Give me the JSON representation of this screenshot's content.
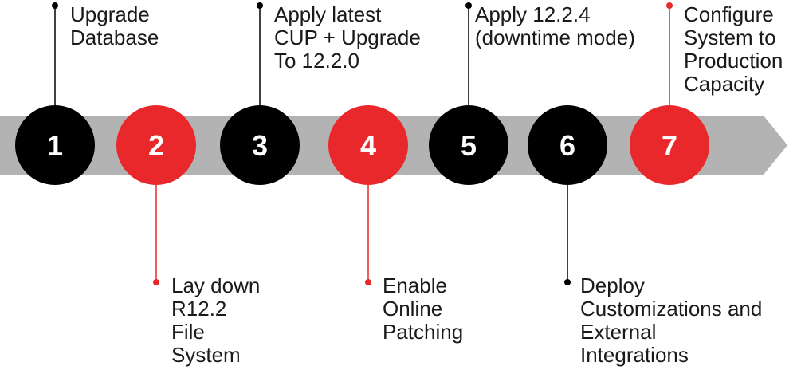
{
  "colors": {
    "arrow": "#b3b3b3",
    "black": "#000000",
    "red": "#e8282b",
    "text": "#1a1a1a"
  },
  "steps": [
    {
      "number": "1",
      "color": "black",
      "position": "top",
      "lines": [
        "Upgrade",
        "Database"
      ]
    },
    {
      "number": "2",
      "color": "red",
      "position": "bottom",
      "lines": [
        "Lay down",
        "R12.2",
        "File",
        "System"
      ]
    },
    {
      "number": "3",
      "color": "black",
      "position": "top",
      "lines": [
        "Apply latest",
        "CUP + Upgrade",
        "To 12.2.0"
      ]
    },
    {
      "number": "4",
      "color": "red",
      "position": "bottom",
      "lines": [
        "Enable",
        "Online",
        "Patching"
      ]
    },
    {
      "number": "5",
      "color": "black",
      "position": "top",
      "lines": [
        "Apply 12.2.4",
        "(downtime mode)"
      ]
    },
    {
      "number": "6",
      "color": "black",
      "position": "bottom",
      "lines": [
        "Deploy",
        "Customizations and",
        "External",
        "Integrations"
      ]
    },
    {
      "number": "7",
      "color": "red",
      "position": "top",
      "lines": [
        "Configure",
        "System to",
        "Production",
        "Capacity"
      ]
    }
  ]
}
